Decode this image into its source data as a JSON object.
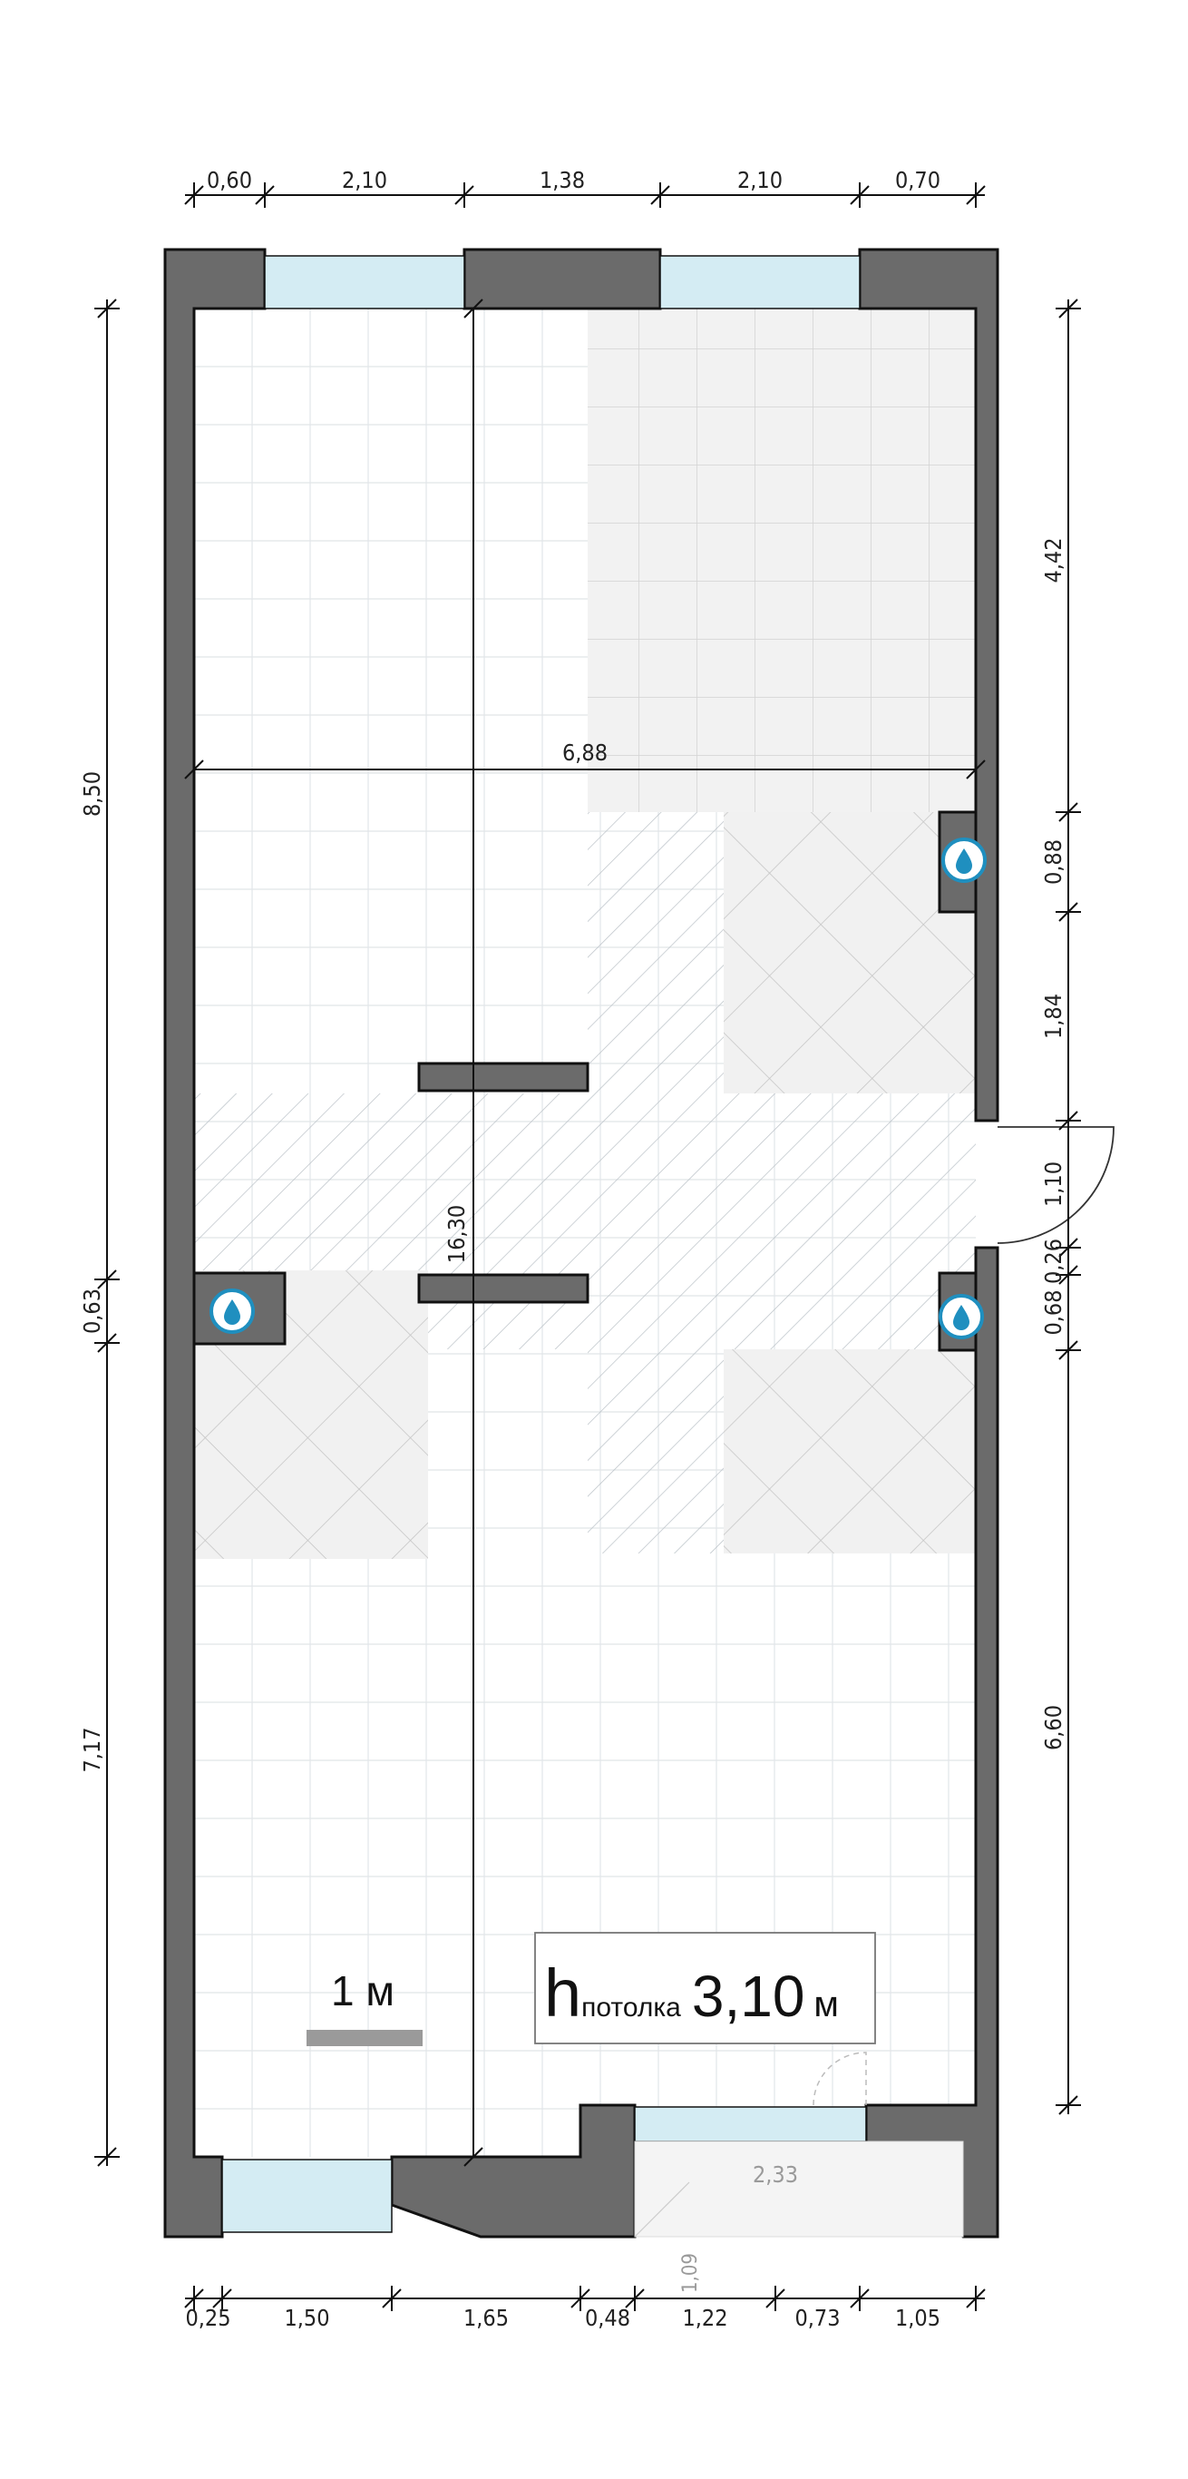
{
  "plan": {
    "top_dimensions": [
      "0,60",
      "2,10",
      "1,38",
      "2,10",
      "0,70"
    ],
    "bottom_dimensions": [
      "0,25",
      "1,50",
      "1,65",
      "0,48",
      "1,22",
      "0,73",
      "1,05"
    ],
    "left_dimensions": [
      "8,50",
      "0,63",
      "7,17"
    ],
    "right_dimensions": [
      "4,42",
      "0,88",
      "1,84",
      "1,10",
      "0,26",
      "0,68",
      "6,60"
    ],
    "overall_width": "6,88",
    "overall_length": "16,30",
    "balcony_width": "2,33",
    "balcony_depth": "1,09",
    "scale_label": "1 м",
    "ceiling": {
      "symbol": "h",
      "subscript": "потолка",
      "value": "3,10",
      "unit": "м"
    },
    "water_points": [
      "water-drop-icon",
      "water-drop-icon",
      "water-drop-icon"
    ],
    "colors": {
      "wall": "#6b6b6b",
      "window": "#d4ecf3",
      "water_icon": "#1f8fbf",
      "tile": "#f2f2f2"
    }
  }
}
